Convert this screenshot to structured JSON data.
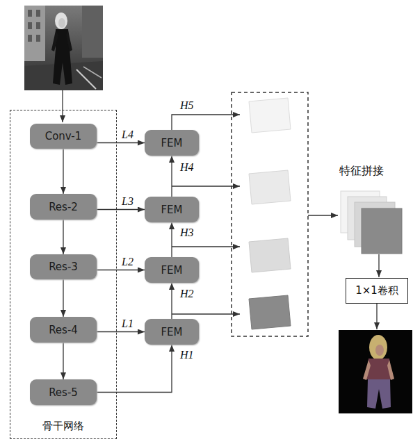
{
  "diagram": {
    "nodes": [
      {
        "text": [
          "骨干网络"
        ]
      },
      {
        "text": [
          "Conv-1"
        ],
        "in": 0
      },
      {
        "text": [
          "Res-2"
        ],
        "in": 0
      },
      {
        "text": [
          "Res-3"
        ],
        "in": 0
      },
      {
        "text": [
          "Res-4"
        ],
        "in": 0
      },
      {
        "text": [
          "Res-5"
        ],
        "in": 0
      },
      {
        "text": [
          "FEM"
        ]
      },
      {
        "text": [
          "FEM"
        ]
      },
      {
        "text": [
          "FEM"
        ]
      },
      {
        "text": [
          "FEM"
        ]
      },
      {
        "text": [
          "1×1卷积"
        ]
      }
    ],
    "edges": [
      {
        "from": 1,
        "to": 2,
        "arrow": "to"
      },
      {
        "from": 2,
        "to": 3,
        "arrow": "to"
      },
      {
        "from": 3,
        "to": 4,
        "arrow": "to"
      },
      {
        "from": 4,
        "to": 5,
        "arrow": "to"
      },
      {
        "from": 1,
        "to": 6,
        "label": "L4",
        "arrow": "to"
      },
      {
        "from": 2,
        "to": 7,
        "label": "L3",
        "arrow": "to"
      },
      {
        "from": 3,
        "to": 8,
        "label": "L2",
        "arrow": "to"
      },
      {
        "from": 4,
        "to": 9,
        "label": "L1",
        "arrow": "to"
      },
      {
        "from": 5,
        "to": 9,
        "label": "H1",
        "arrow": "to"
      },
      {
        "from": 9,
        "to": 8,
        "label": "H2",
        "arrow": "to"
      },
      {
        "from": 8,
        "to": 7,
        "label": "H3",
        "arrow": "to"
      },
      {
        "from": 7,
        "to": 6,
        "label": "H4",
        "arrow": "to"
      }
    ],
    "labels": [
      "H5",
      "特征拼接"
    ]
  }
}
